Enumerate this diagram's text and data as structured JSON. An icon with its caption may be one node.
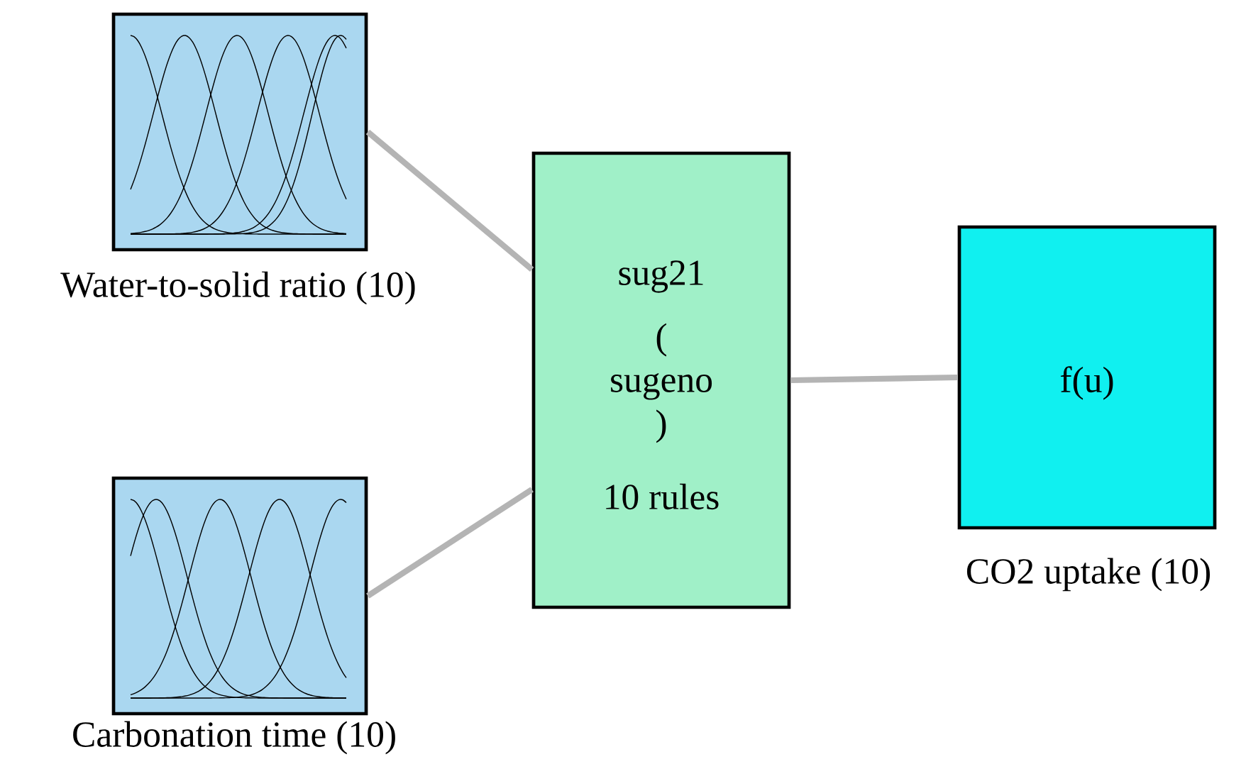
{
  "diagram": {
    "nodes": [
      {
        "text": [
          "Water-to-solid ratio (10)"
        ]
      },
      {
        "text": [
          "Carbonation time (10)"
        ]
      },
      {
        "text": [
          "sug21",
          "( sugeno )",
          "10 rules"
        ]
      },
      {
        "text": [
          "f(u)",
          "CO2 uptake (10)"
        ]
      }
    ],
    "edges": [
      {
        "from": 0,
        "to": 2,
        "arrow": "none"
      },
      {
        "from": 1,
        "to": 2,
        "arrow": "none"
      },
      {
        "from": 2,
        "to": 3,
        "arrow": "none"
      }
    ]
  }
}
